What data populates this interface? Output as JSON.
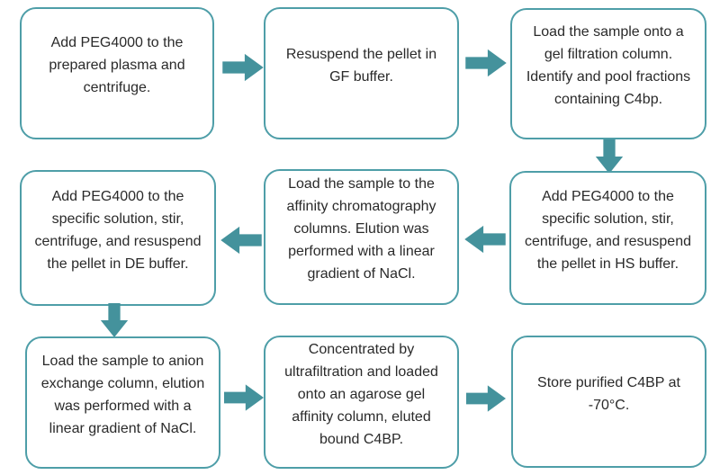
{
  "colors": {
    "accent": "#44929C",
    "box_border": "#4E9EA8",
    "text": "#2a2a2a",
    "background": "#ffffff"
  },
  "nodes": [
    {
      "id": "step-1",
      "text": "Add PEG4000 to the prepared plasma and centrifuge."
    },
    {
      "id": "step-2",
      "text": "Resuspend the pellet in GF buffer."
    },
    {
      "id": "step-3",
      "text": "Load the sample onto a gel filtration column. Identify and pool fractions containing C4bp."
    },
    {
      "id": "step-4",
      "text": "Add PEG4000 to the specific solution, stir, centrifuge, and resuspend the pellet in HS buffer."
    },
    {
      "id": "step-5",
      "text": "Load the sample to the affinity chromatography columns. Elution was performed with a linear gradient of NaCl."
    },
    {
      "id": "step-6",
      "text": "Add PEG4000 to the specific solution, stir, centrifuge, and resuspend the pellet in DE buffer."
    },
    {
      "id": "step-7",
      "text": "Load the sample to anion exchange column, elution was performed with a linear gradient of NaCl."
    },
    {
      "id": "step-8",
      "text": "Concentrated by ultrafiltration and loaded onto an agarose gel affinity column, eluted bound C4BP."
    },
    {
      "id": "step-9",
      "text": "Store purified C4BP at -70°C."
    }
  ],
  "flow": [
    {
      "from": "step-1",
      "to": "step-2",
      "direction": "right"
    },
    {
      "from": "step-2",
      "to": "step-3",
      "direction": "right"
    },
    {
      "from": "step-3",
      "to": "step-4",
      "direction": "down"
    },
    {
      "from": "step-4",
      "to": "step-5",
      "direction": "left"
    },
    {
      "from": "step-5",
      "to": "step-6",
      "direction": "left"
    },
    {
      "from": "step-6",
      "to": "step-7",
      "direction": "down"
    },
    {
      "from": "step-7",
      "to": "step-8",
      "direction": "right"
    },
    {
      "from": "step-8",
      "to": "step-9",
      "direction": "right"
    }
  ]
}
